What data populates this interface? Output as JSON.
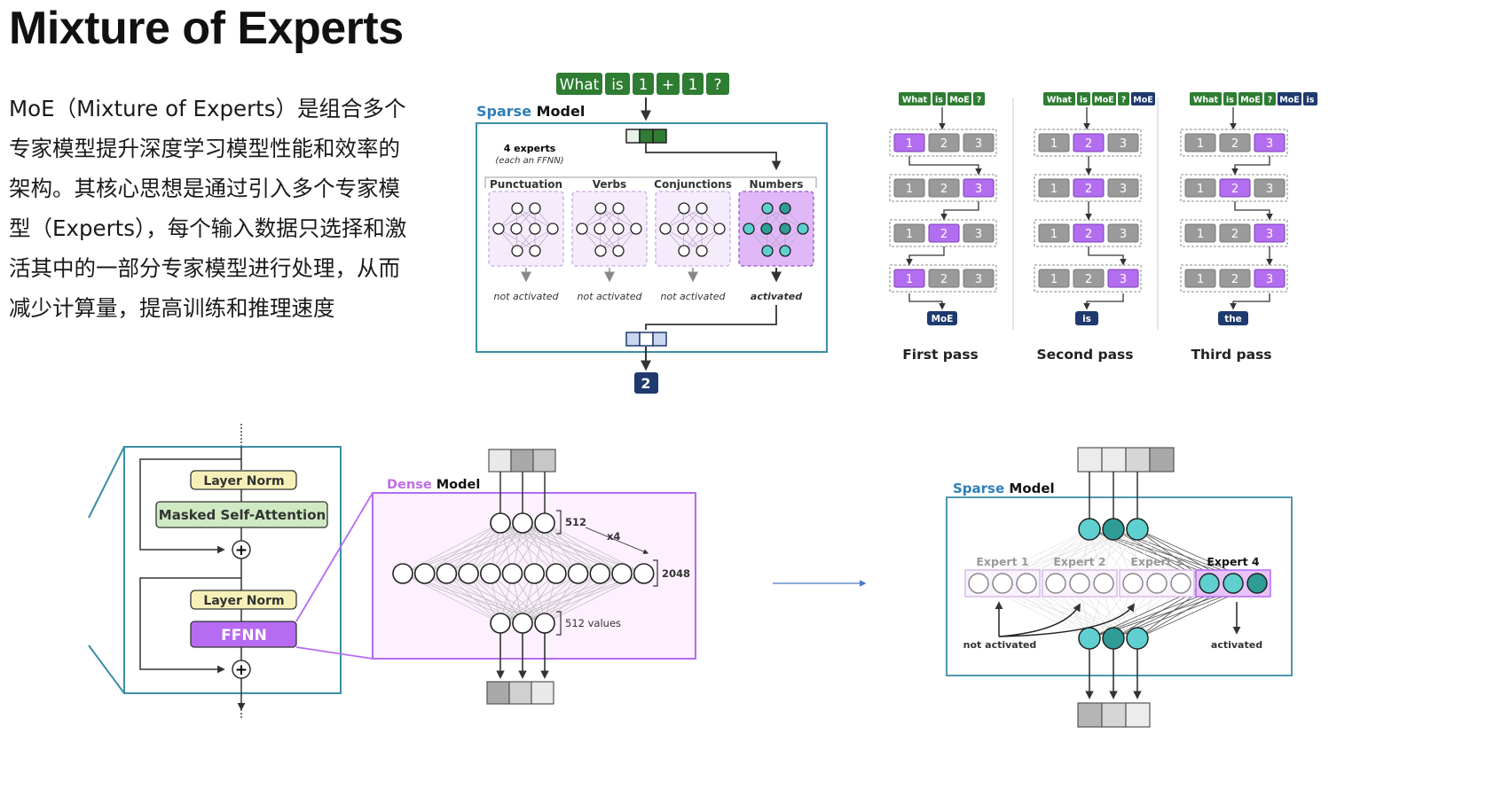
{
  "title": "Mixture of Experts",
  "intro": "MoE（Mixture of Experts）是组合多个专家模型提升深度学习模型性能和效率的架构。其核心思想是通过引入多个专家模型（Experts），每个输入数据只选择和激活其中的一部分专家模型进行处理，从而减少计算量，提高训练和推理速度",
  "colors": {
    "green": "#2e7d32",
    "purple": "#c784f5",
    "teal": "#5fd0cf",
    "tealDark": "#2f9c96",
    "navy": "#1e3a6e",
    "blueBorder": "#3b8ea5",
    "pink": "#fdf0ff"
  },
  "sparse_top": {
    "tokens": [
      "What",
      "is",
      "1",
      "+",
      "1",
      "?"
    ],
    "model_word1": "Sparse",
    "model_word2": "Model",
    "experts_note": "4 experts",
    "experts_sub": "(each an FFNN)",
    "experts": [
      {
        "name": "Punctuation",
        "status": "not activated",
        "active": false
      },
      {
        "name": "Verbs",
        "status": "not activated",
        "active": false
      },
      {
        "name": "Conjunctions",
        "status": "not activated",
        "active": false
      },
      {
        "name": "Numbers",
        "status": "activated",
        "active": true
      }
    ],
    "output": "2"
  },
  "passes": {
    "tokens": [
      "What",
      "is",
      "MoE",
      "?"
    ],
    "items": [
      {
        "label": "First pass",
        "selected": [
          1,
          3,
          2,
          1
        ],
        "output": "MoE",
        "extra_token": ""
      },
      {
        "label": "Second pass",
        "selected": [
          2,
          2,
          2,
          3
        ],
        "output": "is",
        "extra_token": "MoE"
      },
      {
        "label": "Third pass",
        "selected": [
          3,
          2,
          3,
          3
        ],
        "output": "the",
        "extra_token": "MoE"
      }
    ],
    "last_token_pass3": "is"
  },
  "decoder": {
    "layer_norm": "Layer Norm",
    "attention": "Masked Self-Attention",
    "ffnn": "FFNN",
    "plus": "+"
  },
  "dense": {
    "word1": "Dense",
    "word2": "Model",
    "top_label": "512",
    "mid_label": "2048",
    "bottom_label": "512 values",
    "mult": "x4",
    "top_nodes": 3,
    "mid_nodes": 12,
    "bottom_nodes": 3
  },
  "sparse_bottom": {
    "word1": "Sparse",
    "word2": "Model",
    "experts": [
      "Expert 1",
      "Expert 2",
      "Expert 3",
      "Expert 4"
    ],
    "not_activated": "not activated",
    "activated": "activated"
  }
}
